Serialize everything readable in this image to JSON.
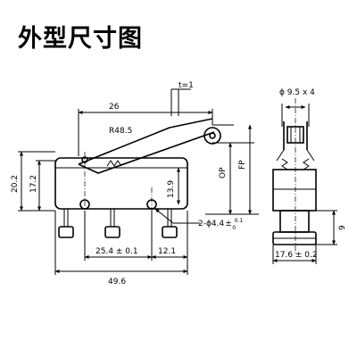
{
  "title": "外型尺寸图",
  "labels": {
    "t": "t=1",
    "phi": "ϕ 9.5 x 4",
    "d26": "26",
    "r48": "R48.5",
    "op": "OP",
    "fp": "FP",
    "d202": "20.2",
    "d172": "17.2",
    "d139": "13.9",
    "hole": "2-ϕ4.4",
    "tol": "± ",
    "tol_up": "0.1",
    "tol_dn": "0",
    "d9": "9",
    "d254": "25.4 ± 0.1",
    "d121": "12.1",
    "d176": "17.6 ± 0.2",
    "d496": "49.6"
  }
}
